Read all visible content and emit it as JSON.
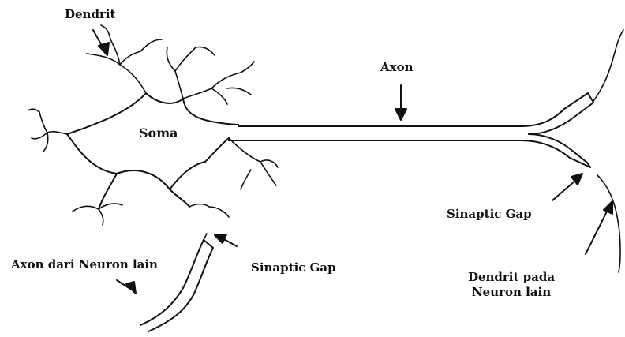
{
  "labels": {
    "dendrit": "Dendrit",
    "axon": "Axon",
    "soma": "Soma",
    "sinaptic_gap_right": "Sinaptic Gap",
    "sinaptic_gap_left": "Sinaptic Gap",
    "axon_dari_neuron_lain": "Axon dari Neuron lain",
    "dendrit_pada_line1": "Dendrit pada",
    "dendrit_pada_line2": "Neuron lain"
  },
  "colors": {
    "stroke": "#111111",
    "background": "#ffffff"
  }
}
